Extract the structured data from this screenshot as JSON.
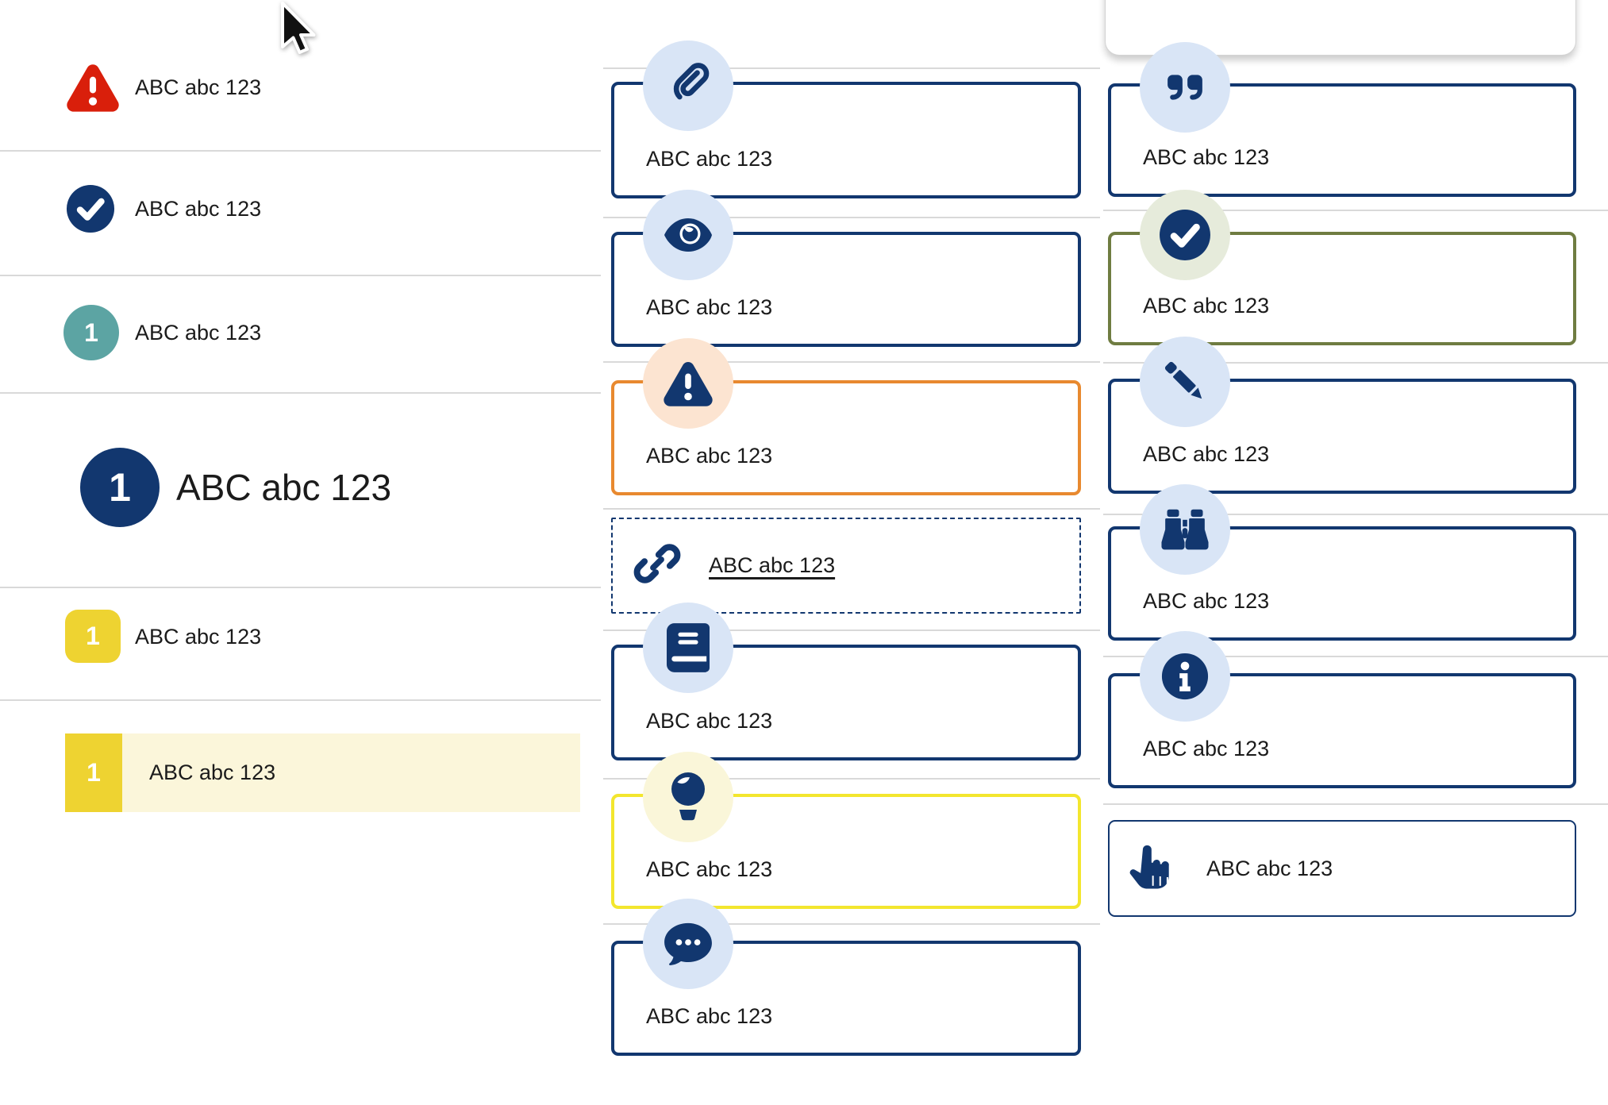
{
  "page": {
    "background": "#ffffff"
  },
  "palette": {
    "navy": "#12376f",
    "icon_circle_blue": "#d9e5f6",
    "red": "#d91f0b",
    "teal": "#5ca4a3",
    "yellow_marker": "#eed331",
    "yellow_highlight_bg": "#fbf6da",
    "orange_border": "#e8892f",
    "peach_circle": "#fce4d1",
    "olive_border": "#6f7c41",
    "sage_circle": "#e6ebdb",
    "yellow_border": "#f3e62e",
    "pale_yellow_circle": "#faf6d9",
    "divider": "#d9d9d9",
    "text": "#1b1b1b"
  },
  "left_list": {
    "items": [
      {
        "icon": "alert-triangle-icon",
        "label": "ABC abc 123"
      },
      {
        "icon": "check-circle-icon",
        "label": "ABC abc 123"
      },
      {
        "icon": "teal-number-badge",
        "badge": "1",
        "label": "ABC abc 123"
      },
      {
        "icon": "blue-number-badge-large",
        "badge": "1",
        "label": "ABC abc 123",
        "style": "heading"
      },
      {
        "icon": "yellow-number-badge",
        "badge": "1",
        "label": "ABC abc 123"
      },
      {
        "icon": "yellow-number-badge",
        "badge": "1",
        "label": "ABC abc 123",
        "state": "highlighted"
      }
    ]
  },
  "middle_column": {
    "cards": [
      {
        "icon": "paperclip-icon",
        "label": "ABC abc 123",
        "variant": "navy"
      },
      {
        "icon": "eye-icon",
        "label": "ABC abc 123",
        "variant": "navy"
      },
      {
        "icon": "warning-icon",
        "label": "ABC abc 123",
        "variant": "orange"
      },
      {
        "icon": "link-icon",
        "label": "ABC abc 123",
        "variant": "dashed-link"
      },
      {
        "icon": "book-icon",
        "label": "ABC abc 123",
        "variant": "navy"
      },
      {
        "icon": "lightbulb-icon",
        "label": "ABC abc 123",
        "variant": "yellow"
      },
      {
        "icon": "chat-icon",
        "label": "ABC abc 123",
        "variant": "navy"
      }
    ]
  },
  "right_column": {
    "scrolled_partial_card": true,
    "cards": [
      {
        "icon": "quote-icon",
        "label": "ABC abc 123",
        "variant": "navy"
      },
      {
        "icon": "check-circle-icon",
        "label": "ABC abc 123",
        "variant": "olive"
      },
      {
        "icon": "pencil-icon",
        "label": "ABC abc 123",
        "variant": "navy"
      },
      {
        "icon": "binoculars-icon",
        "label": "ABC abc 123",
        "variant": "navy"
      },
      {
        "icon": "info-icon",
        "label": "ABC abc 123",
        "variant": "navy"
      },
      {
        "icon": "hand-pointer-icon",
        "label": "ABC abc 123",
        "variant": "navy-thin"
      }
    ]
  }
}
